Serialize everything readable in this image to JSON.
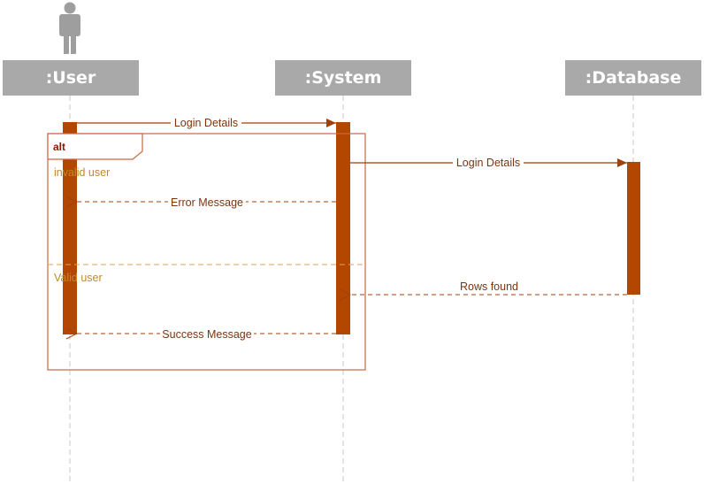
{
  "participants": [
    {
      "id": "user",
      "label": ":User",
      "is_actor": true
    },
    {
      "id": "system",
      "label": ":System",
      "is_actor": false
    },
    {
      "id": "database",
      "label": ":Database",
      "is_actor": false
    }
  ],
  "messages": [
    {
      "from": "user",
      "to": "system",
      "label": "Login Details",
      "style": "solid"
    },
    {
      "from": "system",
      "to": "database",
      "label": "Login Details",
      "style": "solid"
    },
    {
      "from": "system",
      "to": "user",
      "label": "Error Message",
      "style": "dashed"
    },
    {
      "from": "database",
      "to": "system",
      "label": "Rows found",
      "style": "dashed"
    },
    {
      "from": "system",
      "to": "user",
      "label": "Success Message",
      "style": "dashed"
    }
  ],
  "fragment": {
    "operator": "alt",
    "guards": [
      "invalid user",
      "Valid user"
    ]
  },
  "colors": {
    "header_bg": "#a9a9a9",
    "header_text": "#ffffff",
    "actor": "#9e9e9e",
    "lifeline": "#c8c8c8",
    "activation": "#b34700",
    "message": "#a0400a",
    "label_text": "#7a3510",
    "fragment_border": "#cc6644",
    "fragment_operator": "#8b1a00",
    "guard_text": "#c08a2a",
    "separator": "#e0a050"
  }
}
